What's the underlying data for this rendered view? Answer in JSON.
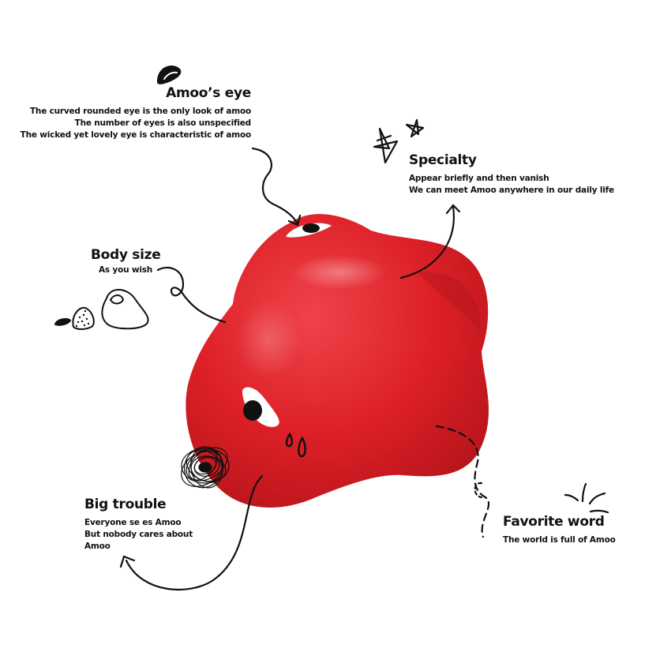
{
  "callouts": {
    "eye": {
      "title": "Amoo’s eye",
      "lines": [
        "The curved rounded eye is the only look of amoo",
        "The number of eyes is also unspecified",
        "The wicked yet lovely eye is characteristic of amoo"
      ]
    },
    "specialty": {
      "title": "Specialty",
      "lines": [
        "Appear briefly and then vanish",
        "We can meet Amoo anywhere in our daily life"
      ]
    },
    "body_size": {
      "title": "Body size",
      "lines": [
        "As you wish"
      ]
    },
    "big_trouble": {
      "title": "Big trouble",
      "lines": [
        "Everyone se es Amoo",
        "But nobody cares about",
        "Amoo"
      ]
    },
    "favorite_word": {
      "title": "Favorite word",
      "lines": [
        "The world is full of Amoo"
      ]
    }
  },
  "colors": {
    "body": "#dc1f26",
    "body_dark": "#a5141b",
    "ink": "#111111",
    "background": "#ffffff"
  },
  "icons": [
    "eye-doodle-icon",
    "star-doodle-icon",
    "blob-sizes-icon",
    "scribble-icon",
    "sparkle-icon"
  ]
}
